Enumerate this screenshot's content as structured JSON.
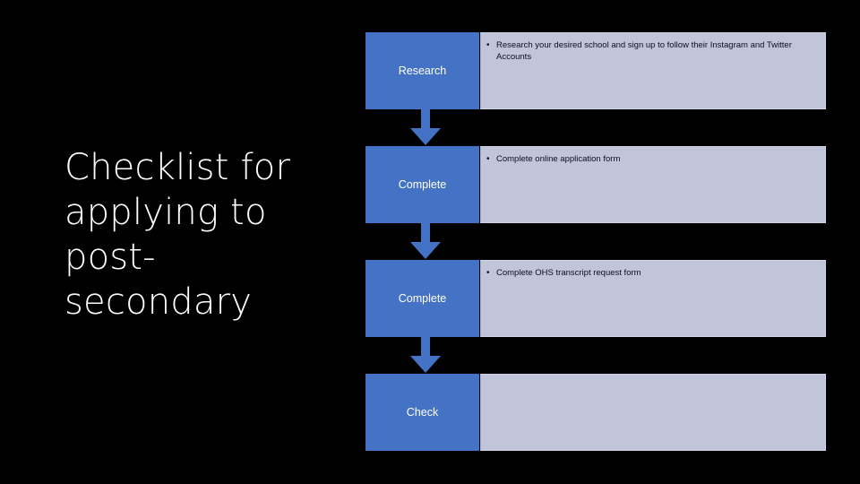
{
  "slide": {
    "background_color": "#000000",
    "title": "Checklist for applying to post-secondary",
    "title_color": "#ffffff"
  },
  "theme": {
    "accent_blue": "#4472C4",
    "panel_blue_gray": "#C0C5DA",
    "panel_border": "#CFD3E4",
    "body_text_color": "#0D0D22",
    "label_text_color": "#ffffff"
  },
  "process": {
    "arrow_icon": "arrow-down-icon",
    "bullet_glyph": "•",
    "steps": [
      {
        "label": "Research",
        "bullets": [
          "Research your desired school and sign up to follow their Instagram and Twitter Accounts"
        ]
      },
      {
        "label": "Complete",
        "bullets": [
          "Complete online application form"
        ]
      },
      {
        "label": "Complete",
        "bullets": [
          "Complete OHS transcript request form"
        ]
      },
      {
        "label": "Check",
        "bullets": []
      }
    ]
  }
}
